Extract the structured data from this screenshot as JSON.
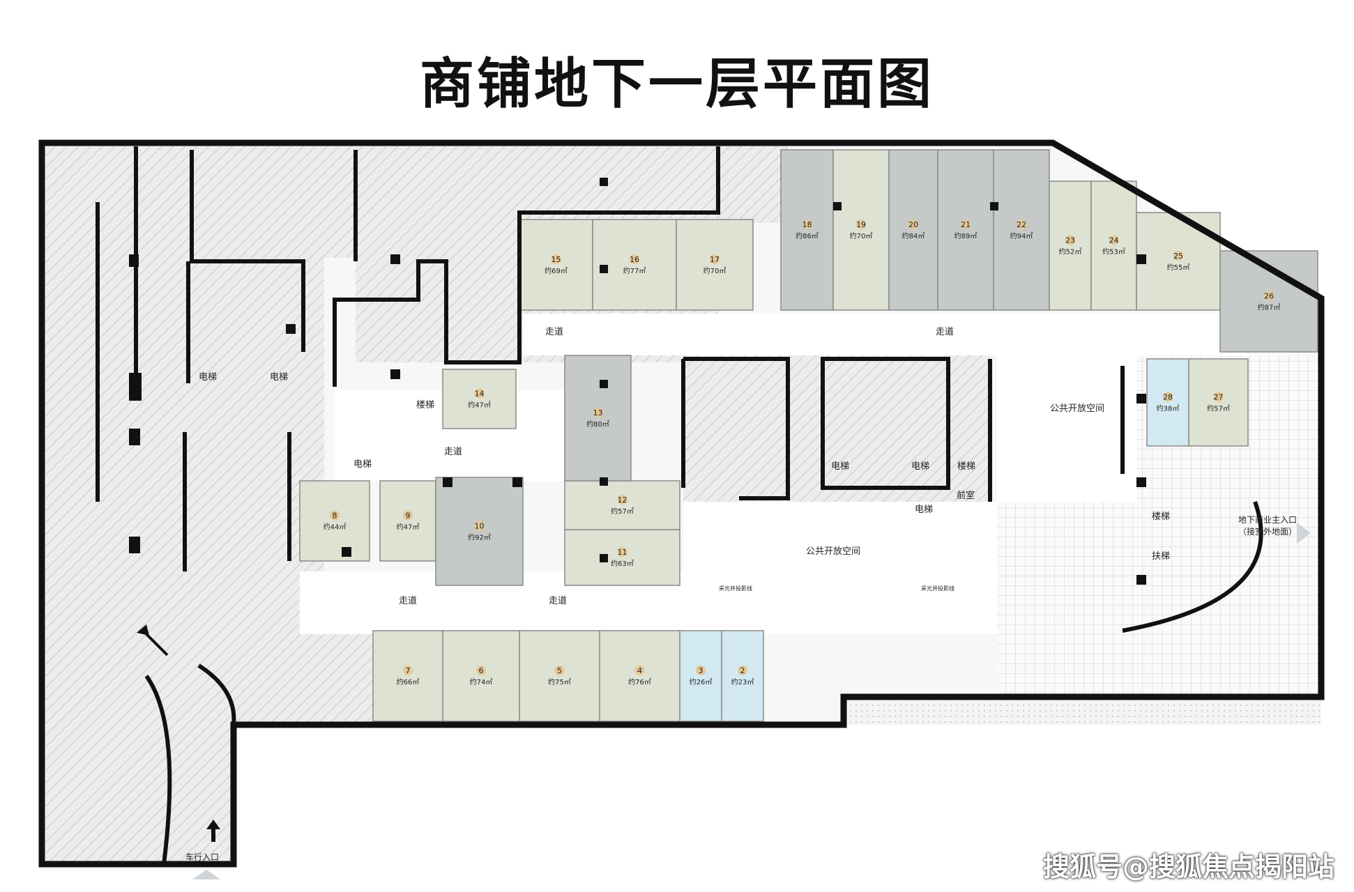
{
  "title": "商铺地下一层平面图",
  "watermark": "搜狐号@搜狐焦点揭阳站",
  "colors": {
    "shop_green": "#dde2d2",
    "shop_gray": "#c5c9c8",
    "shop_blue": "#d3e9f1",
    "wall": "#111111",
    "hatch": "#e2e2e2",
    "unit_badge": "#e6c896"
  },
  "units": [
    {
      "no": "2",
      "area": "约23㎡",
      "tone": "blue"
    },
    {
      "no": "3",
      "area": "约26㎡",
      "tone": "blue"
    },
    {
      "no": "4",
      "area": "约76㎡",
      "tone": "green"
    },
    {
      "no": "5",
      "area": "约75㎡",
      "tone": "green"
    },
    {
      "no": "6",
      "area": "约74㎡",
      "tone": "green"
    },
    {
      "no": "7",
      "area": "约66㎡",
      "tone": "green"
    },
    {
      "no": "8",
      "area": "约44㎡",
      "tone": "green"
    },
    {
      "no": "9",
      "area": "约47㎡",
      "tone": "green"
    },
    {
      "no": "10",
      "area": "约92㎡",
      "tone": "gray"
    },
    {
      "no": "11",
      "area": "约63㎡",
      "tone": "green"
    },
    {
      "no": "12",
      "area": "约57㎡",
      "tone": "green"
    },
    {
      "no": "13",
      "area": "约80㎡",
      "tone": "gray"
    },
    {
      "no": "14",
      "area": "约47㎡",
      "tone": "green"
    },
    {
      "no": "15",
      "area": "约69㎡",
      "tone": "green"
    },
    {
      "no": "16",
      "area": "约77㎡",
      "tone": "green"
    },
    {
      "no": "17",
      "area": "约70㎡",
      "tone": "green"
    },
    {
      "no": "18",
      "area": "约86㎡",
      "tone": "gray"
    },
    {
      "no": "19",
      "area": "约70㎡",
      "tone": "green"
    },
    {
      "no": "20",
      "area": "约84㎡",
      "tone": "gray"
    },
    {
      "no": "21",
      "area": "约89㎡",
      "tone": "gray"
    },
    {
      "no": "22",
      "area": "约94㎡",
      "tone": "gray"
    },
    {
      "no": "23",
      "area": "约52㎡",
      "tone": "green"
    },
    {
      "no": "24",
      "area": "约53㎡",
      "tone": "green"
    },
    {
      "no": "25",
      "area": "约55㎡",
      "tone": "green"
    },
    {
      "no": "26",
      "area": "约87㎡",
      "tone": "gray"
    },
    {
      "no": "27",
      "area": "约57㎡",
      "tone": "green"
    },
    {
      "no": "28",
      "area": "约38㎡",
      "tone": "blue"
    }
  ],
  "labels": {
    "corridor": "走道",
    "elevator": "电梯",
    "stairs": "楼梯",
    "escalator": "扶梯",
    "lobby": "前室",
    "public_space": "公共开放空间",
    "main_entrance_line1": "地下商业主入口",
    "main_entrance_line2": "（接室外地面）",
    "car_entrance": "车行入口",
    "skylight": "采光井投影线"
  }
}
